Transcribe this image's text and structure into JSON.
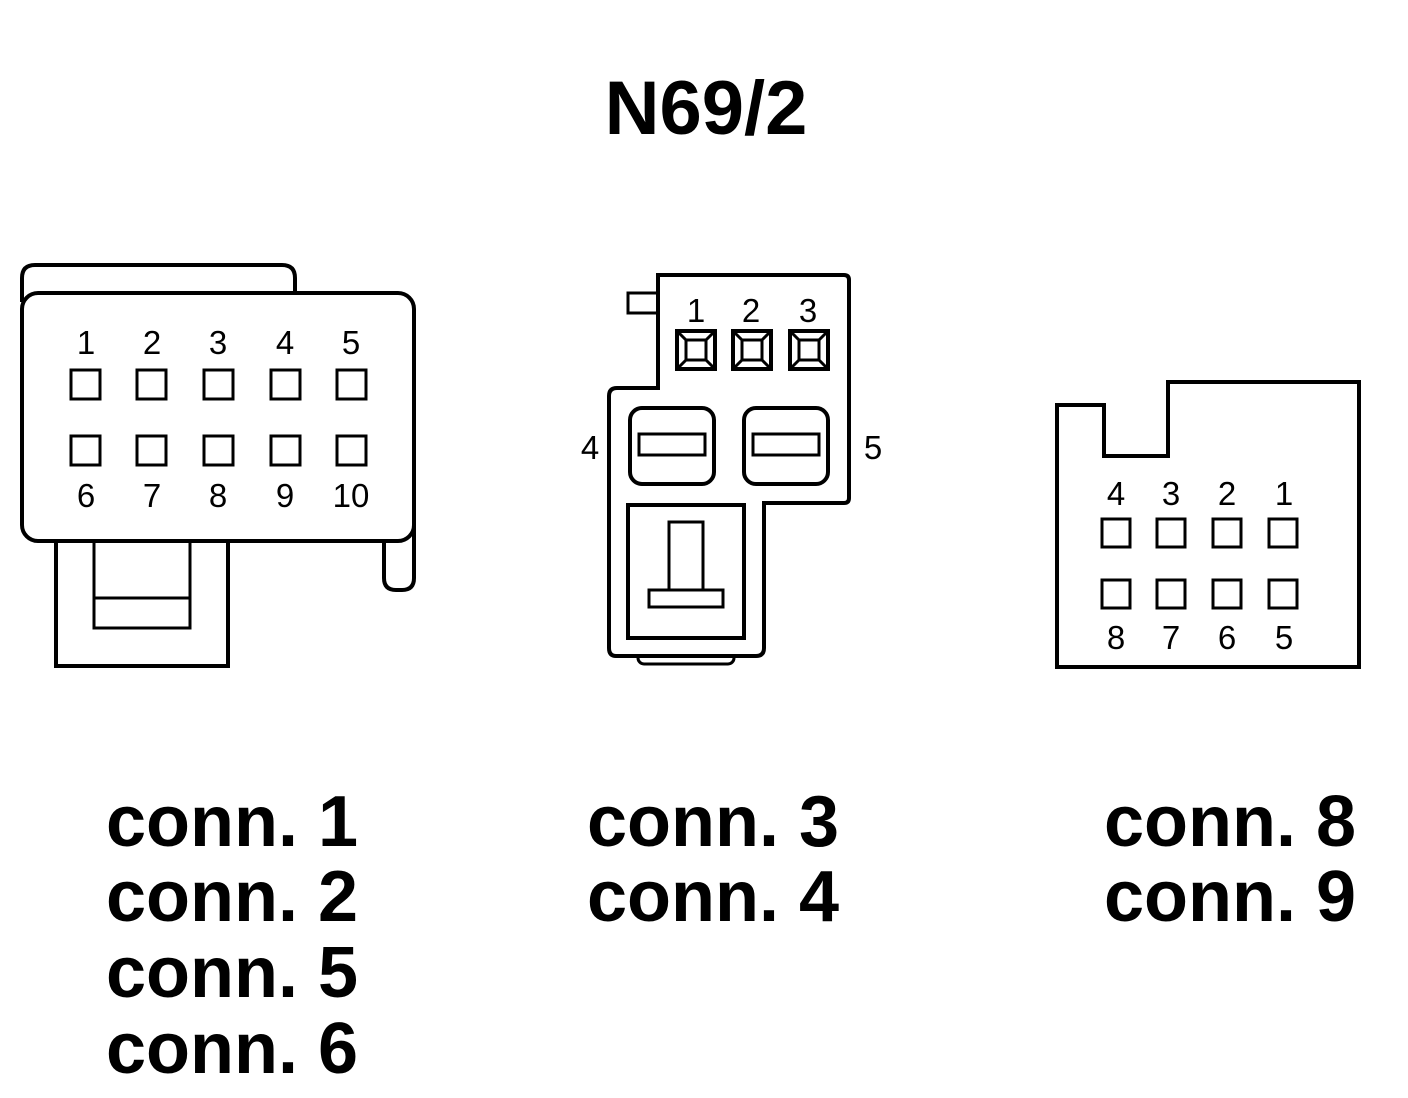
{
  "title": "N69/2",
  "connectors": {
    "left": {
      "pins_top": [
        "1",
        "2",
        "3",
        "4",
        "5"
      ],
      "pins_bottom": [
        "6",
        "7",
        "8",
        "9",
        "10"
      ],
      "labels": [
        "conn. 1",
        "conn. 2",
        "conn. 5",
        "conn. 6"
      ]
    },
    "middle": {
      "pins_top": [
        "1",
        "2",
        "3"
      ],
      "pin_left": "4",
      "pin_right": "5",
      "labels": [
        "conn. 3",
        "conn. 4"
      ]
    },
    "right": {
      "pins_top": [
        "4",
        "3",
        "2",
        "1"
      ],
      "pins_bottom": [
        "8",
        "7",
        "6",
        "5"
      ],
      "labels": [
        "conn. 8",
        "conn. 9"
      ]
    }
  }
}
